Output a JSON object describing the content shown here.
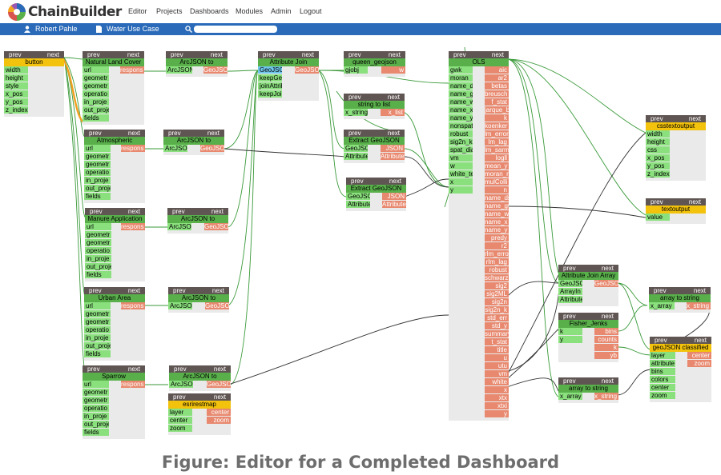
{
  "app": {
    "brand": "ChainBuilder"
  },
  "nav": [
    "Editor",
    "Projects",
    "Dashboards",
    "Modules",
    "Admin",
    "Logout"
  ],
  "subbar": {
    "user": "Robert Pahle",
    "project": "Water Use Case",
    "search_placeholder": ""
  },
  "caption": "Figure: Editor for a Completed Dashboard",
  "colors": {
    "header": "#5f5553",
    "title": "#59b04b",
    "title_output": "#f2c20c",
    "input_pin": "#8be07e",
    "output_pin": "#e8896f",
    "selected_pin": "#6fc6ea",
    "subbar": "#2a6ab9"
  },
  "labels": {
    "prev": "prev",
    "next": "next"
  },
  "nodes": [
    {
      "title": "button",
      "yellow": true,
      "inputs": [
        "width",
        "height",
        "style",
        "x_pos",
        "y_pos",
        "z_index"
      ],
      "outputs": []
    },
    {
      "title": "Natural Land Cover",
      "inputs": [
        "url",
        "geometr",
        "geometr",
        "operatio",
        "in_proje",
        "out_proje",
        "fields"
      ],
      "outputs": [
        "respons"
      ]
    },
    {
      "title": "ArcJSON to",
      "inputs": [
        "ArcJSON"
      ],
      "outputs": [
        "GeoJSO"
      ]
    },
    {
      "title": "Atmospheric",
      "inputs": [
        "url",
        "geometr",
        "geometr",
        "operatio",
        "in_proje",
        "out_proje",
        "fields"
      ],
      "outputs": [
        "respons"
      ]
    },
    {
      "title": "ArcJSON to",
      "inputs": [
        "ArcJSON"
      ],
      "outputs": [
        "GeoJSO"
      ]
    },
    {
      "title": "Manure Application",
      "inputs": [
        "url",
        "geometr",
        "geometr",
        "operatio",
        "in_proje",
        "out_proje",
        "fields"
      ],
      "outputs": [
        "respons"
      ]
    },
    {
      "title": "ArcJSON to",
      "inputs": [
        "ArcJSON"
      ],
      "outputs": [
        "GeoJSO"
      ]
    },
    {
      "title": "Urban Area",
      "inputs": [
        "url",
        "geometr",
        "geometr",
        "operatio",
        "in_proje",
        "out_proje",
        "fields"
      ],
      "outputs": [
        "respons"
      ]
    },
    {
      "title": "ArcJSON to",
      "inputs": [
        "ArcJSON"
      ],
      "outputs": [
        "GeoJSO"
      ]
    },
    {
      "title": "Sparrow",
      "inputs": [
        "url",
        "geometr",
        "geometr",
        "operatio",
        "in_proje",
        "out_proje",
        "fields"
      ],
      "outputs": [
        "respons"
      ]
    },
    {
      "title": "ArcJSON to",
      "inputs": [
        "ArcJSON"
      ],
      "outputs": [
        "GeoJSO"
      ]
    },
    {
      "title": "esrirestmap",
      "yellow": true,
      "inputs": [
        "layer",
        "center",
        "zoom"
      ],
      "outputs": [
        "center",
        "zoom"
      ]
    },
    {
      "title": "Attribute Join",
      "inputs": [
        "GeoJSO",
        "keepGeo",
        "joinAttrib",
        "keepJoin"
      ],
      "outputs": [
        "GeoJSO"
      ]
    },
    {
      "title": "queen_geojson",
      "inputs": [
        "gjobj"
      ],
      "outputs": [
        "w"
      ]
    },
    {
      "title": "string to list",
      "inputs": [
        "x_string"
      ],
      "outputs": [
        "x_list"
      ]
    },
    {
      "title": "Extract GeoJSON",
      "inputs": [
        "GeoJSO",
        "Attribute"
      ],
      "outputs": [
        "JSON",
        "Attribute"
      ]
    },
    {
      "title": "Extract GeoJSON",
      "inputs": [
        "GeoJSO",
        "Attribute"
      ],
      "outputs": [
        "JSON",
        "Attribute"
      ]
    },
    {
      "title": "OLS",
      "inputs": [
        "gwk",
        "moran",
        "name_ds",
        "name_gw",
        "name_w",
        "name_x",
        "name_y",
        "nonspat_",
        "robust",
        "sig2n_k",
        "spat_dia",
        "vm",
        "w",
        "white_te",
        "x",
        "y"
      ],
      "outputs": [
        "aic",
        "ar2",
        "betas",
        "breusch",
        "f_stat",
        "jarque_b",
        "k",
        "koenker",
        "lm_error",
        "lm_lag",
        "lm_sarm",
        "logll",
        "mean_y",
        "moran_re",
        "mulColli",
        "n",
        "name_ds",
        "name_gw",
        "name_w",
        "name_x",
        "name_y",
        "predy",
        "r2",
        "rlm_error",
        "rlm_lag",
        "robust",
        "schwarz",
        "sig2",
        "sig2ML",
        "sig2n",
        "sig2n_k",
        "std_err",
        "std_y",
        "summary",
        "t_stat",
        "title",
        "u",
        "utu",
        "vm",
        "white",
        "x",
        "xtx",
        "xtxi",
        "y"
      ]
    },
    {
      "title": "csstextoutput",
      "yellow": true,
      "inputs": [
        "width",
        "height",
        "css",
        "x_pos",
        "y_pos",
        "z_index"
      ],
      "outputs": []
    },
    {
      "title": "textoutput",
      "yellow": true,
      "inputs": [
        "value"
      ],
      "outputs": []
    },
    {
      "title": "Attribute Join Array",
      "inputs": [
        "GeoJSO",
        "ArrayIn",
        "Attribute"
      ],
      "outputs": [
        "GeoJSO"
      ]
    },
    {
      "title": "Fisher_Jenks",
      "inputs": [
        "k",
        "y"
      ],
      "outputs": [
        "bins",
        "counts",
        "k",
        "yb"
      ]
    },
    {
      "title": "array to string",
      "inputs": [
        "x_array"
      ],
      "outputs": [
        "x_string"
      ]
    },
    {
      "title": "array to string",
      "inputs": [
        "x_array"
      ],
      "outputs": [
        "x_string"
      ]
    },
    {
      "title": "geoJSON classified",
      "yellow": true,
      "inputs": [
        "layer",
        "attribute",
        "bins",
        "colors",
        "center",
        "zoom"
      ],
      "outputs": [
        "center",
        "zoom"
      ]
    }
  ]
}
